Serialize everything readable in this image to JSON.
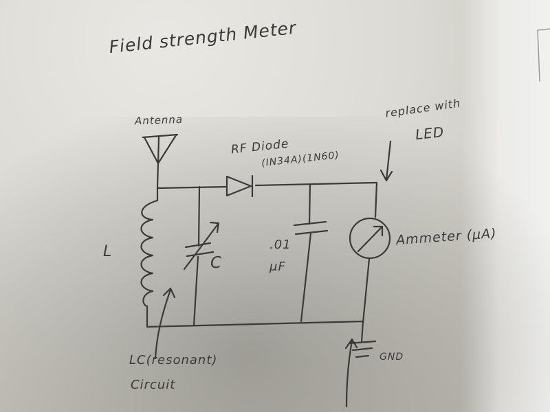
{
  "title": "Field strength Meter",
  "labels": {
    "antenna": "Antenna",
    "inductor": "L",
    "capacitor": "C",
    "diode": "RF Diode",
    "diode_parts": "(IN34A)(1N60)",
    "cap_value_1": ".01",
    "cap_value_2": "μF",
    "ammeter": "Ammeter (μA)",
    "replace_note_1": "replace with",
    "replace_note_2": "LED",
    "lc_note_1": "LC(resonant)",
    "lc_note_2": "Circuit",
    "gnd": "GND"
  },
  "colors": {
    "ink": "#3a3a3a",
    "paper": "#dcdad4"
  }
}
